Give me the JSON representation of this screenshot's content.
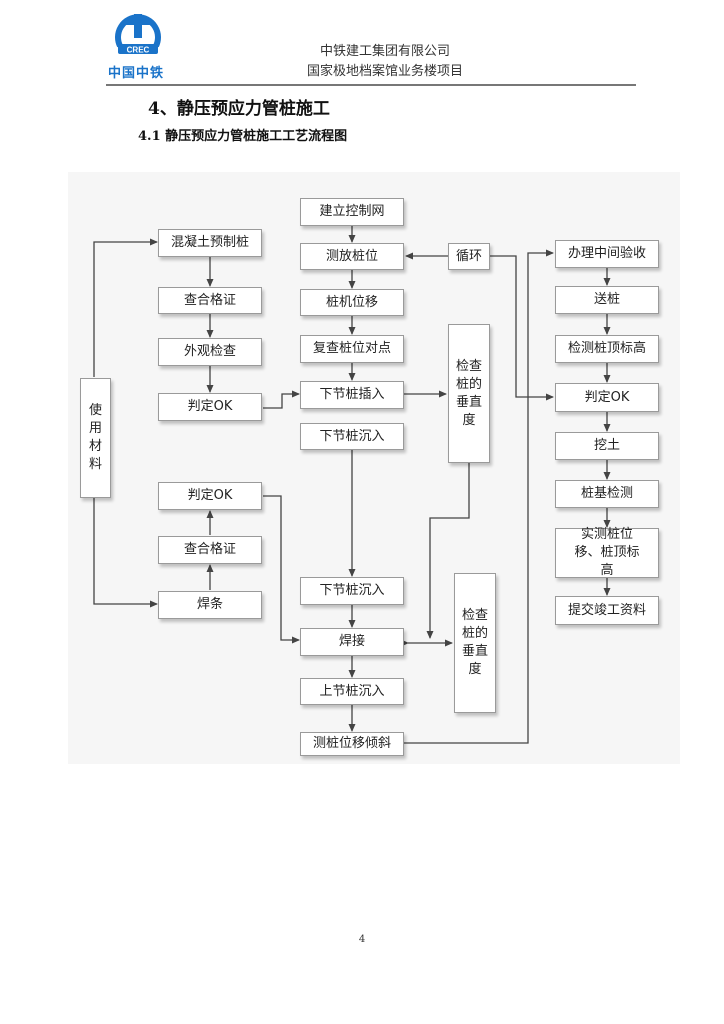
{
  "header": {
    "logo_text": "中国中铁",
    "company": "中铁建工集团有限公司",
    "project": "国家极地档案馆业务楼项目"
  },
  "section_title": "4、静压预应力管桩施工",
  "subsection_title": "4.1 静压预应力管桩施工工艺流程图",
  "flowchart": {
    "left_column": {
      "concrete_pile": "混凝土预制桩",
      "check_certificate_1": "查合格证",
      "visual_inspection": "外观检查",
      "judge_ok_1": "判定OK",
      "judge_ok_2": "判定OK",
      "check_certificate_2": "查合格证",
      "welding_rod": "焊条"
    },
    "use_materials": "使用材料",
    "center_column": {
      "establish_control_network": "建立控制网",
      "survey_pile_position": "测放桩位",
      "pile_machine_shift": "桩机位移",
      "recheck_pile_alignment": "复查桩位对点",
      "lower_pile_insert": "下节桩插入",
      "lower_pile_sink_1": "下节桩沉入",
      "lower_pile_sink_2": "下节桩沉入",
      "welding": "焊接",
      "upper_pile_sink": "上节桩沉入",
      "measure_pile_tilt": "测桩位移倾斜"
    },
    "cycle": "循环",
    "check_verticality_1": "检查桩的垂直度",
    "check_verticality_2": "检查桩的垂直度",
    "right_column": {
      "intermediate_acceptance": "办理中间验收",
      "deliver_pile": "送桩",
      "measure_pile_top": "检测桩顶标高",
      "judge_ok": "判定OK",
      "excavation": "挖土",
      "pile_foundation_test": "桩基检测",
      "measure_displacement_elevation": "实测桩位移、桩顶标高",
      "submit_completion_docs": "提交竣工资料"
    }
  },
  "page_number": "4",
  "colors": {
    "logo_blue": "#1a73c9",
    "line": "#444444",
    "box_border": "#9a9a9a"
  }
}
